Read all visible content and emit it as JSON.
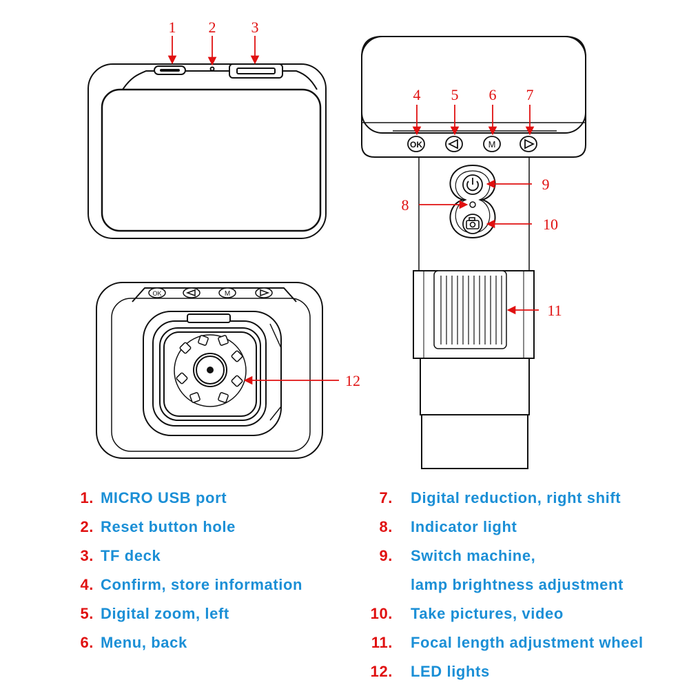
{
  "callouts": [
    "1",
    "2",
    "3",
    "4",
    "5",
    "6",
    "7",
    "8",
    "9",
    "10",
    "11",
    "12"
  ],
  "button_glyphs": {
    "ok": "OK",
    "menu": "M"
  },
  "legend": {
    "left": [
      {
        "num": "1.",
        "text": "MICRO USB port"
      },
      {
        "num": "2.",
        "text": "Reset button hole"
      },
      {
        "num": "3.",
        "text": "TF deck"
      },
      {
        "num": "4.",
        "text": "Confirm, store information"
      },
      {
        "num": "5.",
        "text": "Digital zoom, left"
      },
      {
        "num": "6.",
        "text": "Menu, back"
      }
    ],
    "right": [
      {
        "num": "7.",
        "text": "Digital reduction, right shift"
      },
      {
        "num": "8.",
        "text": "Indicator light"
      },
      {
        "num": "9.",
        "text": "Switch machine,"
      },
      {
        "num": "",
        "text": "lamp brightness adjustment"
      },
      {
        "num": "10.",
        "text": "Take pictures, video"
      },
      {
        "num": "11.",
        "text": "Focal length adjustment wheel"
      },
      {
        "num": "12.",
        "text": "LED lights"
      }
    ]
  },
  "colors": {
    "callout": "#e01010",
    "legend_text": "#1b8fd6",
    "line": "#111111"
  }
}
